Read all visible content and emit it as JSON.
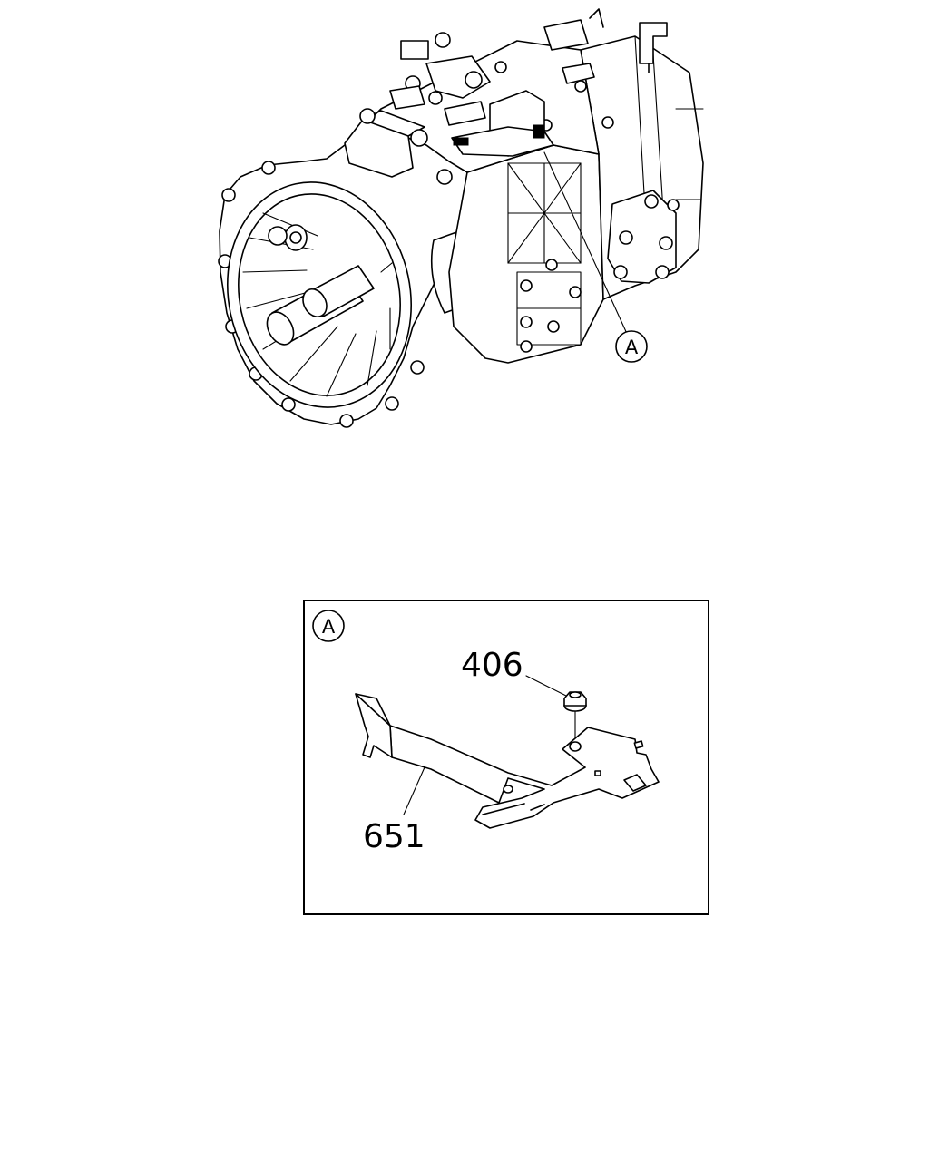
{
  "callout": {
    "main_marker": "A",
    "detail_marker": "A"
  },
  "parts": [
    {
      "number": "406"
    },
    {
      "number": "651"
    }
  ]
}
